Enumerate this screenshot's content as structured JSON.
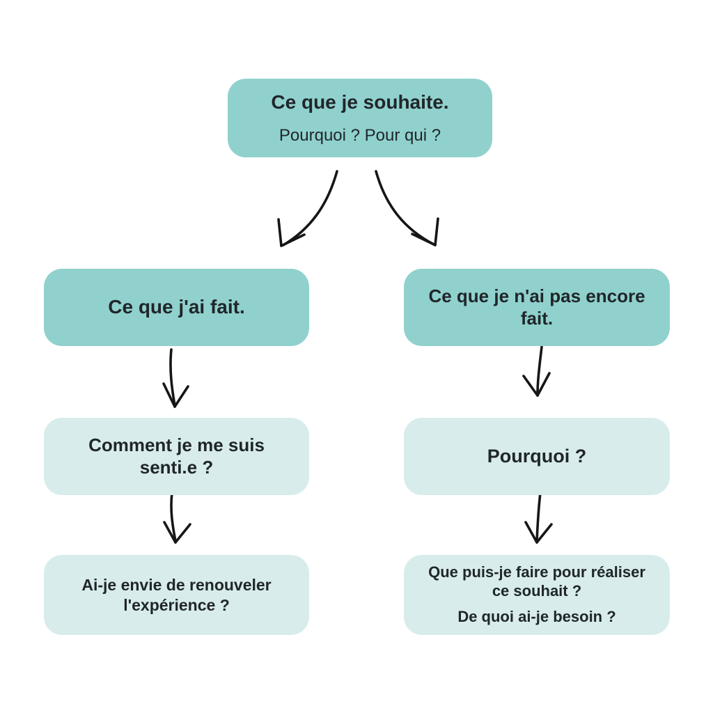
{
  "diagram_title": "",
  "colors": {
    "bg": "#ffffff",
    "box_dark": "#90d1cd",
    "box_light": "#d8edeb",
    "text": "#20262a",
    "arrow": "#161616"
  },
  "nodes": {
    "root": {
      "title": "Ce que je souhaite.",
      "subtitle": "Pourquoi ? Pour qui ?"
    },
    "done": {
      "label": "Ce que j'ai fait."
    },
    "not_done": {
      "label": "Ce que je n'ai pas encore\nfait."
    },
    "feelings": {
      "label": "Comment je me suis\nsenti.e ?"
    },
    "why": {
      "label": "Pourquoi ?"
    },
    "renew": {
      "label": "Ai-je envie de renouveler\nl'expérience ?"
    },
    "actions": {
      "line1": "Que puis-je faire pour réaliser\nce souhait ?",
      "line2": "De quoi ai-je besoin ?"
    }
  },
  "edges": [
    {
      "from": "root",
      "to": "done"
    },
    {
      "from": "root",
      "to": "not_done"
    },
    {
      "from": "done",
      "to": "feelings"
    },
    {
      "from": "not_done",
      "to": "why"
    },
    {
      "from": "feelings",
      "to": "renew"
    },
    {
      "from": "why",
      "to": "actions"
    }
  ]
}
